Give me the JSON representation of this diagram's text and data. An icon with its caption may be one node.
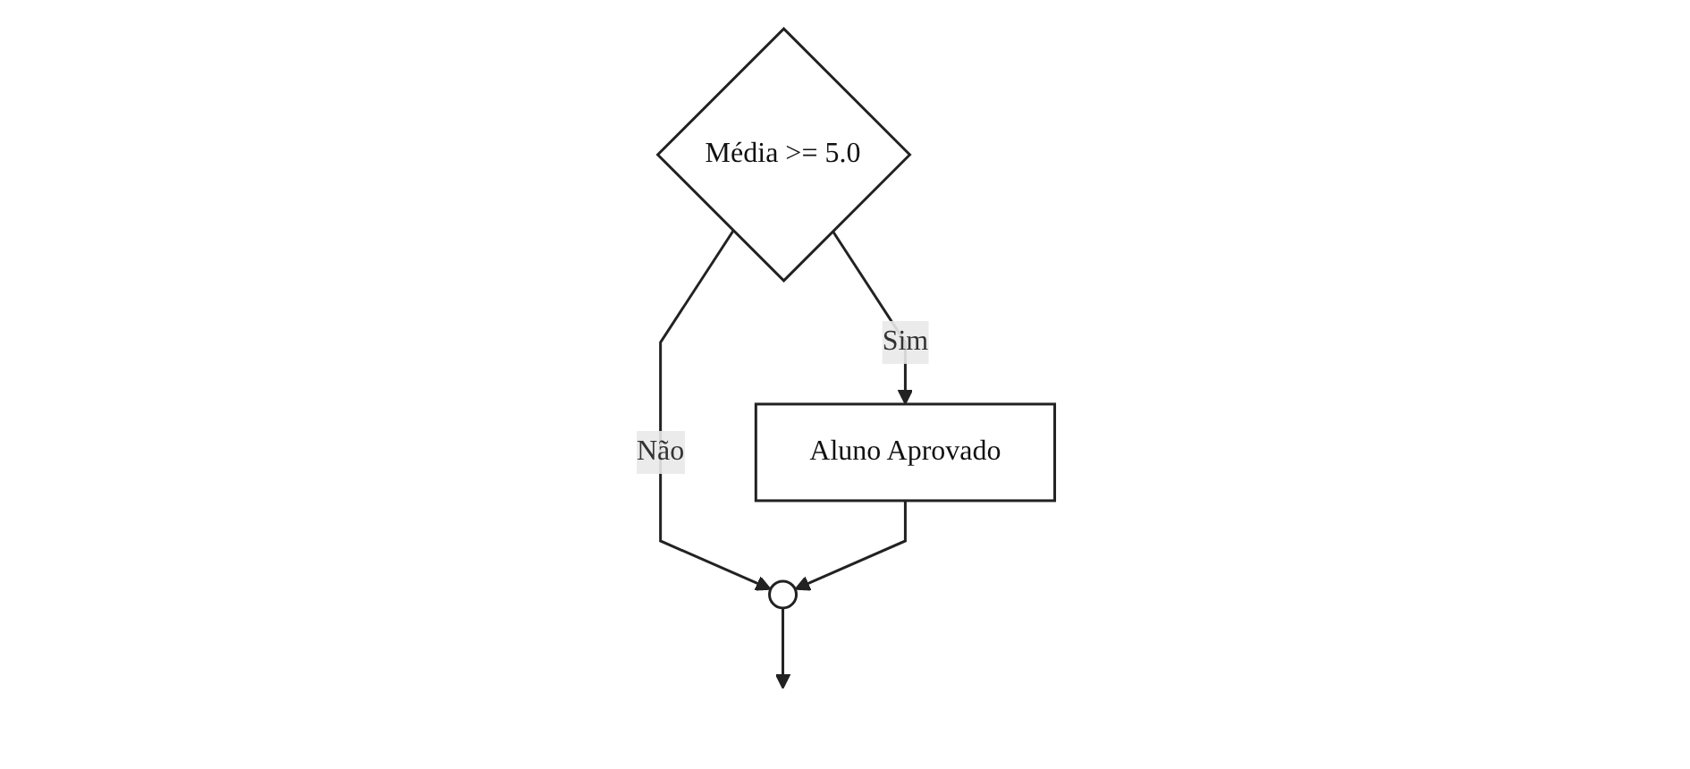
{
  "diagram": {
    "nodes": [
      {
        "text": [
          "Média >= 5.0"
        ]
      },
      {
        "text": [
          "Aluno Aprovado"
        ]
      },
      {
        "text": [],
        "shape": "circle"
      }
    ],
    "edges": [
      {
        "from": 0,
        "to": 1,
        "label": "Sim",
        "arrow": "to"
      },
      {
        "from": 0,
        "to": 2,
        "label": "Não",
        "arrow": "to"
      },
      {
        "from": 1,
        "to": 2,
        "arrow": "to"
      },
      {
        "from": 2,
        "to": null,
        "arrow": "to"
      }
    ]
  }
}
